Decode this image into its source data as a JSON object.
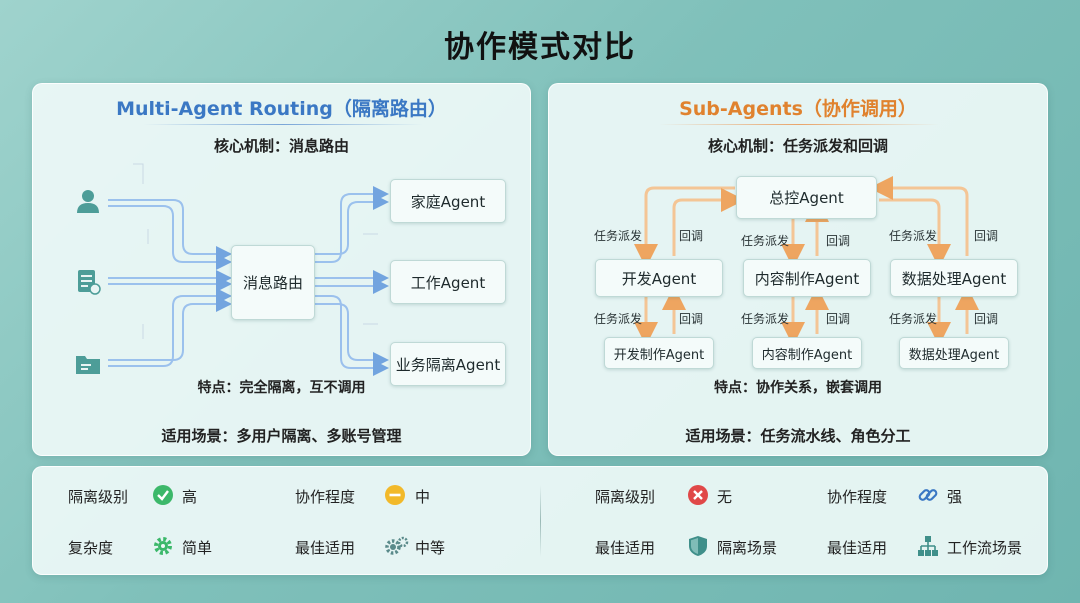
{
  "title": "协作模式对比",
  "left": {
    "title": "Multi-Agent Routing（隔离路由）",
    "mechanism": "核心机制：消息路由",
    "router": "消息路由",
    "targets": [
      "家庭Agent",
      "工作Agent",
      "业务隔离Agent"
    ],
    "feature": "特点：完全隔离，互不调用",
    "scene": "适用场景：多用户隔离、多账号管理"
  },
  "right": {
    "title": "Sub-Agents（协作调用）",
    "mechanism": "核心机制：任务派发和回调",
    "master": "总控Agent",
    "level1": [
      "开发Agent",
      "内容制作Agent",
      "数据处理Agent"
    ],
    "level2": [
      "开发制作Agent",
      "内容制作Agent",
      "数据处理Agent"
    ],
    "dispatch": "任务派发",
    "callback": "回调",
    "feature": "特点：协作关系，嵌套调用",
    "scene": "适用场景：任务流水线、角色分工"
  },
  "compare": {
    "left": {
      "isolation_label": "隔离级别",
      "isolation_value": "高",
      "collab_label": "协作程度",
      "collab_value": "中",
      "complexity_label": "复杂度",
      "complexity_value": "简单",
      "best_label": "最佳适用",
      "best_value": "中等"
    },
    "right": {
      "isolation_label": "隔离级别",
      "isolation_value": "无",
      "collab_label": "协作程度",
      "collab_value": "强",
      "best_label": "最佳适用",
      "best_value": "隔离场景",
      "best2_label": "最佳适用",
      "best2_value": "工作流场景"
    }
  },
  "colors": {
    "blue": "#3b78c4",
    "orange": "#e0822e",
    "green": "#3cb86a",
    "yellow": "#f2b92a",
    "red": "#e04848",
    "teal": "#3f8f8a"
  }
}
